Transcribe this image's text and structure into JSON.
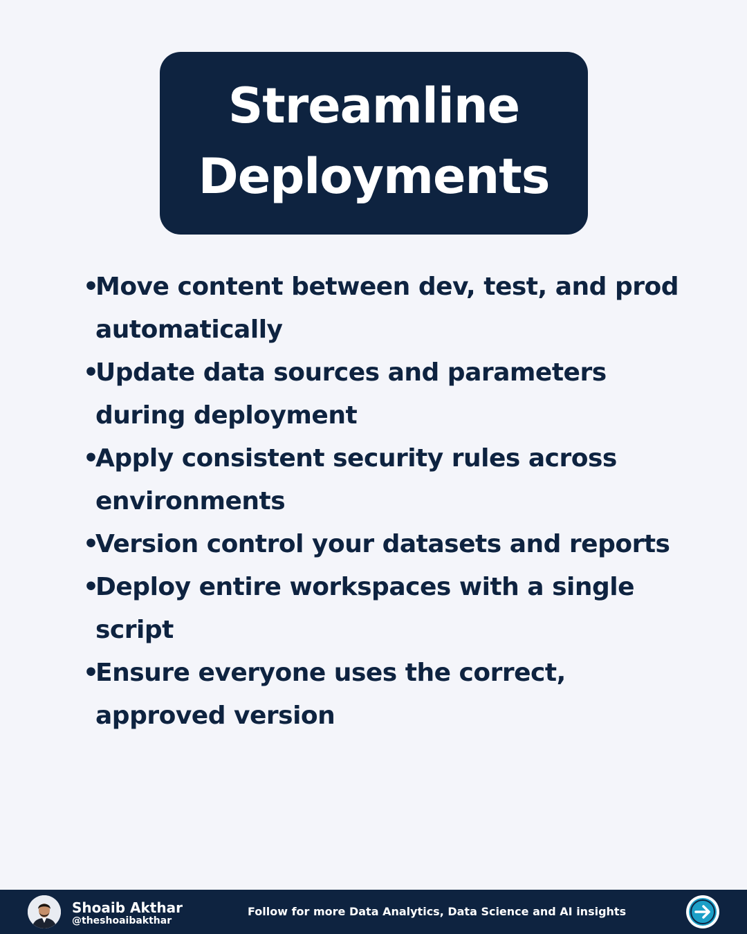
{
  "title": {
    "line1": "Streamline",
    "line2": "Deployments"
  },
  "bullets": [
    {
      "symbol": "•",
      "line1": "Move content between dev, test, and prod",
      "line2": "automatically"
    },
    {
      "symbol": "•",
      "line1": "Update data sources and parameters",
      "line2": "during deployment"
    },
    {
      "symbol": "•",
      "line1": "Apply consistent security rules across",
      "line2": "environments"
    },
    {
      "symbol": "•",
      "line1": "Version control your datasets and reports",
      "line2": ""
    },
    {
      "symbol": "•",
      "line1": "Deploy entire workspaces with a single",
      "line2": "script"
    },
    {
      "symbol": "•",
      "line1": "Ensure everyone uses the correct,",
      "line2": "approved version"
    }
  ],
  "footer": {
    "author_name": "Shoaib Akthar",
    "author_handle": "@theshoaibakthar",
    "cta": "Follow for more Data Analytics, Data Science and AI insights",
    "next_icon": "arrow-right-circle-icon"
  },
  "colors": {
    "background": "#f4f5fa",
    "navy": "#0e2340",
    "accent": "#1b9fc7"
  }
}
